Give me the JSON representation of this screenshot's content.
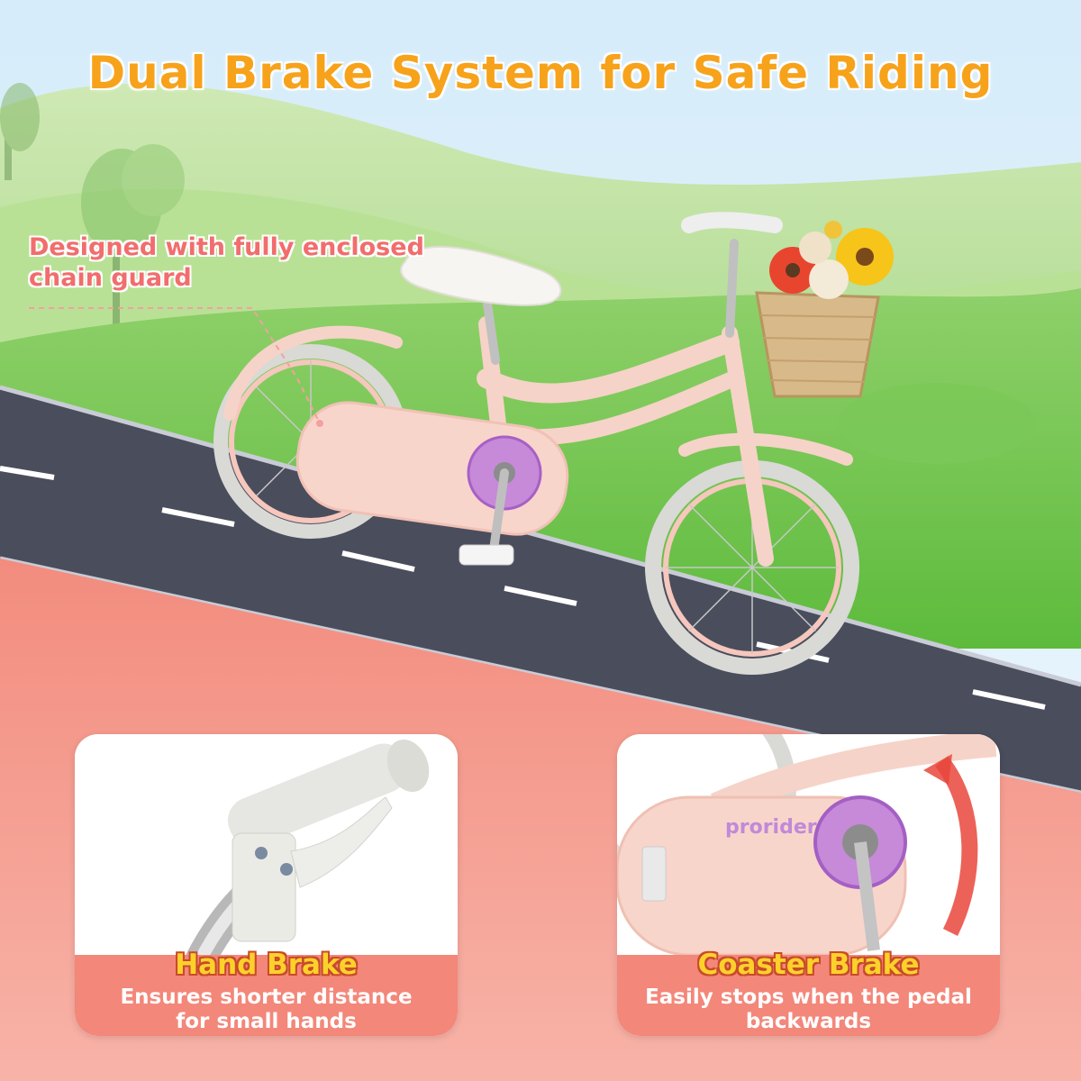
{
  "title": "Dual Brake System for Safe Riding",
  "callout": {
    "line1": "Designed with fully enclosed",
    "line2": "chain guard"
  },
  "brand": "prorider",
  "colors": {
    "title": "#f7a21b",
    "callout": "#f26d6d",
    "accent_band": "#f3877a",
    "caption": "#fcd12a",
    "road": "#4a4d5c",
    "ground": "#f5a59c",
    "bike": "#f6d3c8"
  },
  "cards": [
    {
      "caption": "Hand Brake",
      "desc_line1": "Ensures shorter distance",
      "desc_line2": "for small hands"
    },
    {
      "caption": "Coaster Brake",
      "desc_line1": "Easily stops when the pedal",
      "desc_line2": "backwards"
    }
  ]
}
